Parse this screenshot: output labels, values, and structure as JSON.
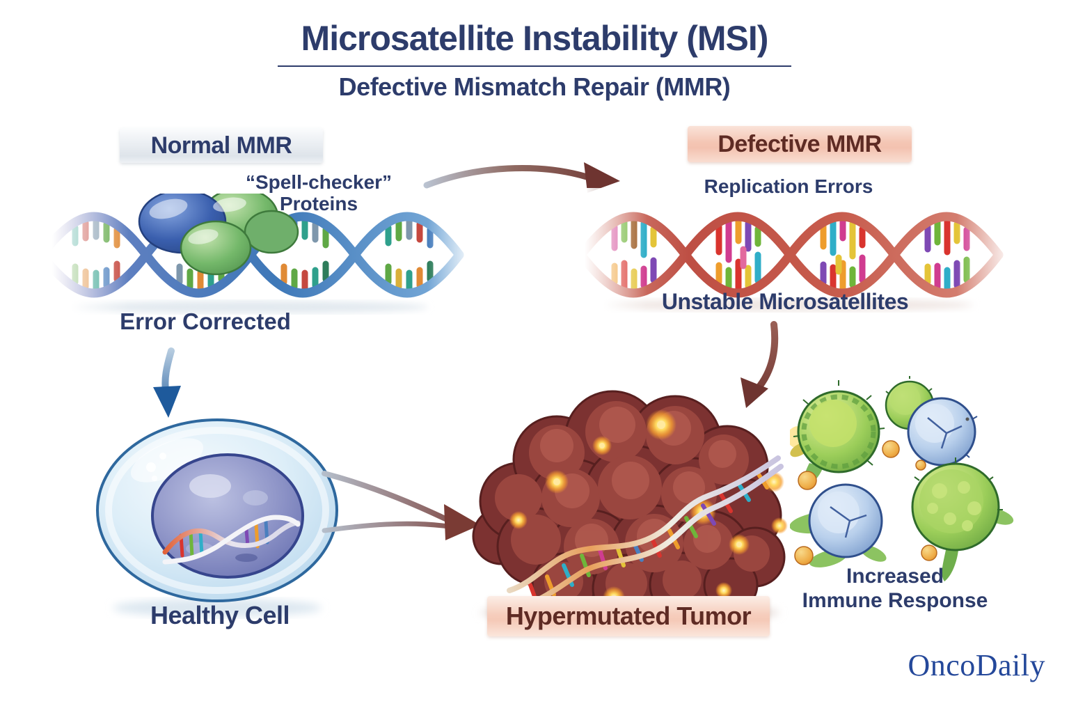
{
  "header": {
    "title": "Microsatellite Instability (MSI)",
    "subtitle": "Defective Mismatch Repair (MMR)"
  },
  "normal_pathway": {
    "banner_label": "Normal MMR",
    "proteins_label_line1": "“Spell-checker”",
    "proteins_label_line2": "Proteins",
    "result_label": "Error Corrected",
    "cell_label": "Healthy Cell"
  },
  "defective_pathway": {
    "banner_label": "Defective MMR",
    "errors_label": "Replication Errors",
    "result_label": "Unstable Microsatellites",
    "tumor_label": "Hypermutated Tumor",
    "immune_label_line1": "Increased",
    "immune_label_line2": "Immune Response"
  },
  "footer": {
    "brand": "OncoDaily"
  },
  "icons": {
    "normal-dna-illustration": "blue double helix DNA with blue and green mismatch-repair protein blobs",
    "unstable-dna-illustration": "red double helix DNA with scattered multicolored mismatched bases",
    "down-arrow-icon": "blue curved arrow pointing down",
    "transition-arrow-icon": "curved arrow from normal side to defective side",
    "curved-down-arrow-icon": "maroon curved arrow pointing down-left to tumor",
    "swoosh-arrow-icon": "double swoosh arrow from healthy cell to tumor",
    "healthy-cell-illustration": "translucent blue cell with purple nucleus containing DNA",
    "tumor-illustration": "dark red lumpy hypermutated tumor mass with glowing mutation sparks and DNA ribbon",
    "immune-cells-illustration": "green and blue immune cells with pseudopods and orange cytokine particles"
  },
  "colors": {
    "navy_text": "#2d3c6b",
    "maroon_text": "#5e2b24",
    "silver_banner": "#e3e8ee",
    "pink_banner": "#f5c9b6",
    "arrow_blue": "#1e5a9c",
    "arrow_maroon": "#6e3430",
    "brand_blue": "#24489a"
  }
}
